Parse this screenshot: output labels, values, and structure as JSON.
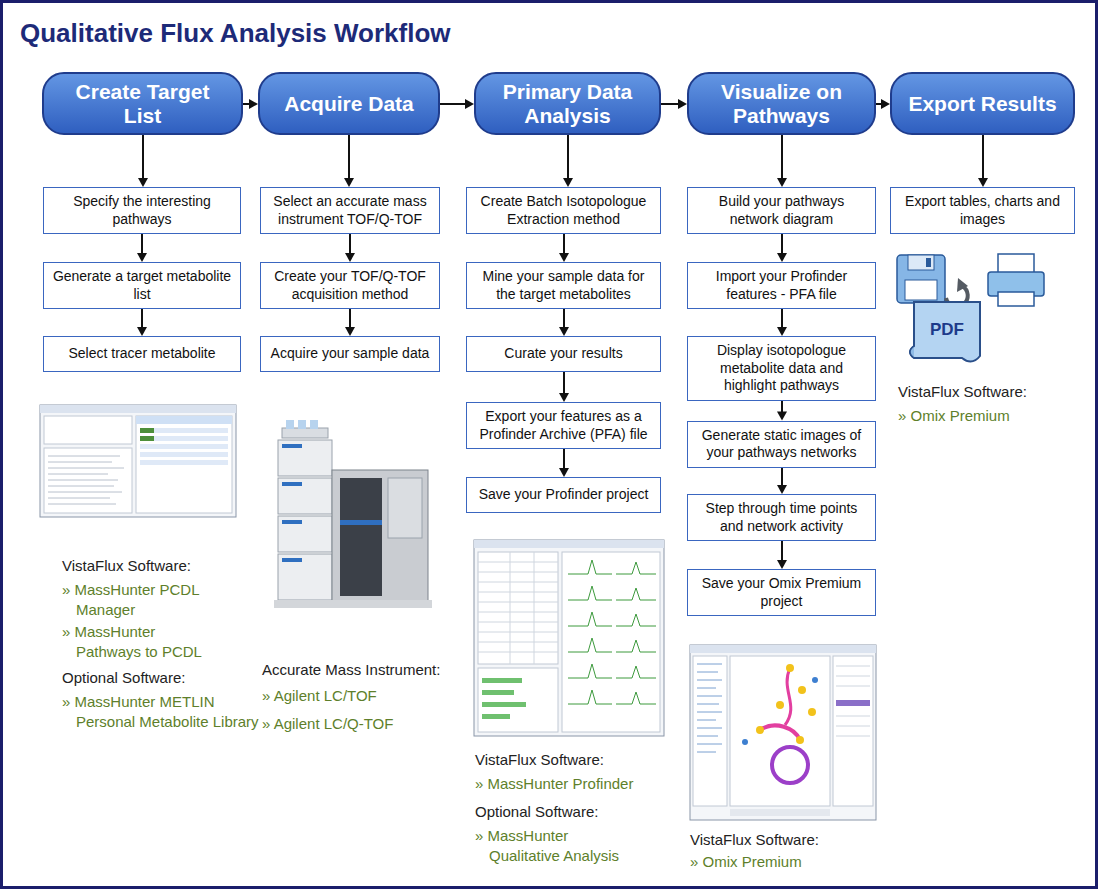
{
  "diagram": {
    "title": "Qualitative Flux Analysis Workflow",
    "nodes": [
      {
        "text": [
          "Create Target List"
        ]
      },
      {
        "text": [
          "Specify the interesting pathways"
        ]
      },
      {
        "text": [
          "Generate a target metabolite list"
        ]
      },
      {
        "text": [
          "Select tracer metabolite"
        ]
      },
      {
        "text": [
          "Acquire Data"
        ]
      },
      {
        "text": [
          "Select an accurate mass instrument TOF/Q-TOF"
        ]
      },
      {
        "text": [
          "Create your TOF/Q-TOF acquisition method"
        ]
      },
      {
        "text": [
          "Acquire your sample data"
        ]
      },
      {
        "text": [
          "Primary Data Analysis"
        ]
      },
      {
        "text": [
          "Create Batch Isotopologue Extraction method"
        ]
      },
      {
        "text": [
          "Mine your sample data for the target metabolites"
        ]
      },
      {
        "text": [
          "Curate your results"
        ]
      },
      {
        "text": [
          "Export your features as a Profinder Archive (PFA) file"
        ]
      },
      {
        "text": [
          "Save your Profinder project"
        ]
      },
      {
        "text": [
          "Visualize on Pathways"
        ]
      },
      {
        "text": [
          "Build your pathways network diagram"
        ]
      },
      {
        "text": [
          "Import your Profinder features - PFA file"
        ]
      },
      {
        "text": [
          "Display isotopologue metabolite data and highlight pathways"
        ]
      },
      {
        "text": [
          "Generate static images of your pathways networks"
        ]
      },
      {
        "text": [
          "Step through time points and network activity"
        ]
      },
      {
        "text": [
          "Save your Omix Premium project"
        ]
      },
      {
        "text": [
          "Export Results"
        ]
      },
      {
        "text": [
          "Export tables, charts and images"
        ]
      }
    ],
    "edges": [
      {
        "from": 0,
        "to": 4,
        "arrow": "to"
      },
      {
        "from": 4,
        "to": 8,
        "arrow": "to"
      },
      {
        "from": 8,
        "to": 14,
        "arrow": "to"
      },
      {
        "from": 14,
        "to": 21,
        "arrow": "to"
      },
      {
        "from": 0,
        "to": 1,
        "arrow": "to"
      },
      {
        "from": 1,
        "to": 2,
        "arrow": "to"
      },
      {
        "from": 2,
        "to": 3,
        "arrow": "to"
      },
      {
        "from": 4,
        "to": 5,
        "arrow": "to"
      },
      {
        "from": 5,
        "to": 6,
        "arrow": "to"
      },
      {
        "from": 6,
        "to": 7,
        "arrow": "to"
      },
      {
        "from": 8,
        "to": 9,
        "arrow": "to"
      },
      {
        "from": 9,
        "to": 10,
        "arrow": "to"
      },
      {
        "from": 10,
        "to": 11,
        "arrow": "to"
      },
      {
        "from": 11,
        "to": 12,
        "arrow": "to"
      },
      {
        "from": 12,
        "to": 13,
        "arrow": "to"
      },
      {
        "from": 14,
        "to": 15,
        "arrow": "to"
      },
      {
        "from": 15,
        "to": 16,
        "arrow": "to"
      },
      {
        "from": 16,
        "to": 17,
        "arrow": "to"
      },
      {
        "from": 17,
        "to": 18,
        "arrow": "to"
      },
      {
        "from": 18,
        "to": 19,
        "arrow": "to"
      },
      {
        "from": 19,
        "to": 20,
        "arrow": "to"
      },
      {
        "from": 21,
        "to": 22,
        "arrow": "to"
      }
    ],
    "labels": [
      "VistaFlux Software:",
      "» MassHunter PCDL Manager",
      "» MassHunter Pathways to PCDL",
      "Optional Software:",
      "» MassHunter METLIN Personal Metabolite Library",
      "Accurate Mass Instrument:",
      "» Agilent LC/TOF",
      "» Agilent LC/Q-TOF",
      "VistaFlux Software:",
      "» MassHunter Profinder",
      "Optional Software:",
      "» MassHunter Qualitative Analysis",
      "VistaFlux Software:",
      "» Omix Premium",
      "PDF",
      "VistaFlux Software:",
      "» Omix Premium"
    ]
  }
}
